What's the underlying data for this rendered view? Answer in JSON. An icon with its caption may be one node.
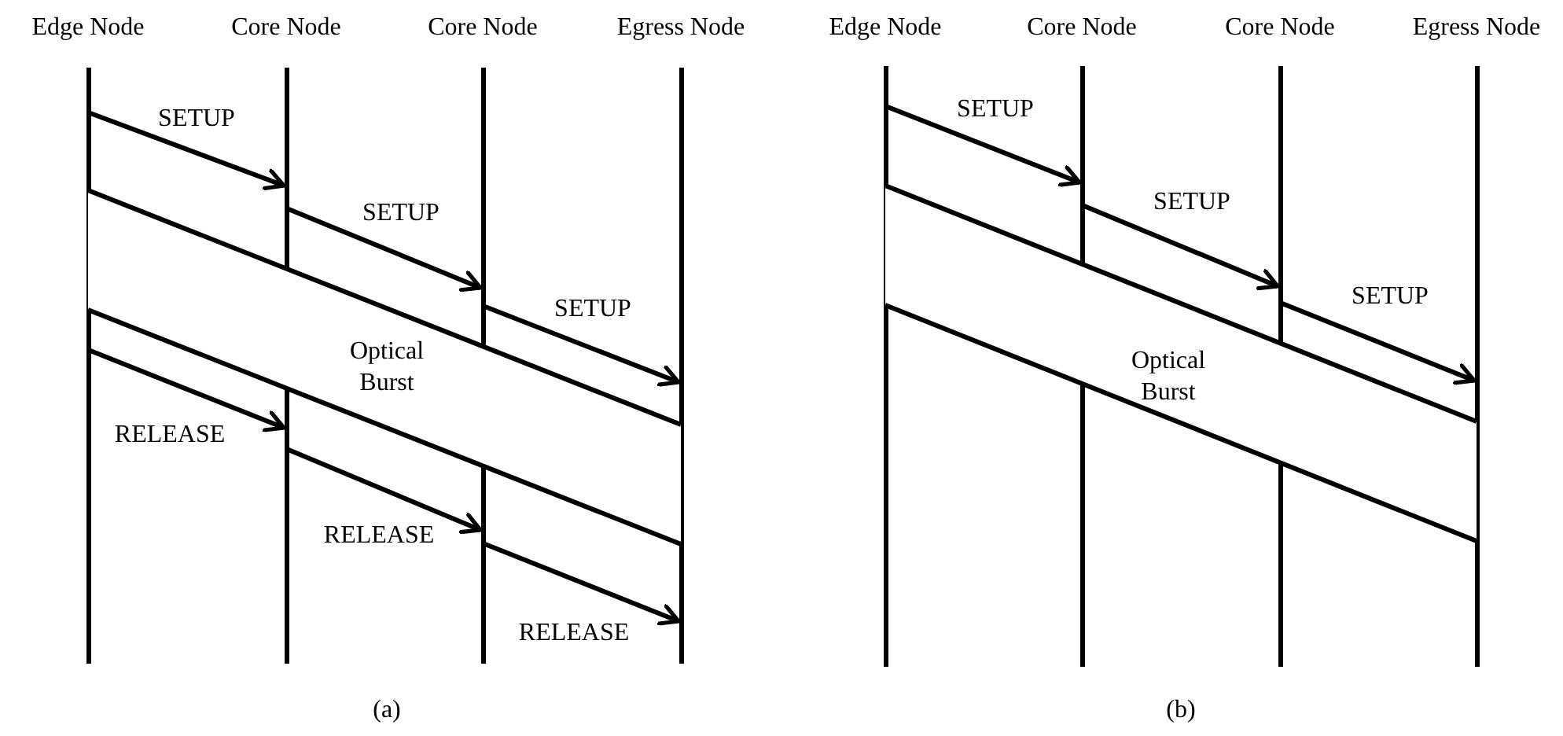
{
  "diagram": {
    "nodes": [
      {
        "text": [],
        "shape": "line",
        "beside": [
          "Edge Node"
        ]
      },
      {
        "text": [],
        "shape": "line",
        "beside": [
          "Core Node"
        ]
      },
      {
        "text": [],
        "shape": "line",
        "beside": [
          "Core Node"
        ]
      },
      {
        "text": [],
        "shape": "line",
        "beside": [
          "Egress Node"
        ]
      },
      {
        "text": [
          "Optical Burst"
        ]
      },
      {
        "text": [],
        "shape": "line",
        "beside": [
          "Edge Node"
        ]
      },
      {
        "text": [],
        "shape": "line",
        "beside": [
          "Core Node"
        ]
      },
      {
        "text": [],
        "shape": "line",
        "beside": [
          "Core Node"
        ]
      },
      {
        "text": [],
        "shape": "line",
        "beside": [
          "Egress Node"
        ]
      },
      {
        "text": [
          "Optical Burst"
        ]
      }
    ],
    "edges": [
      {
        "from": 0,
        "to": 1,
        "arrow": "to",
        "label": "SETUP"
      },
      {
        "from": 1,
        "to": 2,
        "arrow": "to",
        "label": "SETUP"
      },
      {
        "from": 2,
        "to": 3,
        "arrow": "to",
        "label": "SETUP"
      },
      {
        "from": 0,
        "to": 1,
        "arrow": "to",
        "label": "RELEASE"
      },
      {
        "from": 1,
        "to": 2,
        "arrow": "to",
        "label": "RELEASE"
      },
      {
        "from": 2,
        "to": 3,
        "arrow": "to",
        "label": "RELEASE"
      },
      {
        "from": 5,
        "to": 6,
        "arrow": "to",
        "label": "SETUP"
      },
      {
        "from": 6,
        "to": 7,
        "arrow": "to",
        "label": "SETUP"
      },
      {
        "from": 7,
        "to": 8,
        "arrow": "to",
        "label": "SETUP"
      }
    ],
    "labels": [
      "(a)",
      "(b)"
    ]
  }
}
